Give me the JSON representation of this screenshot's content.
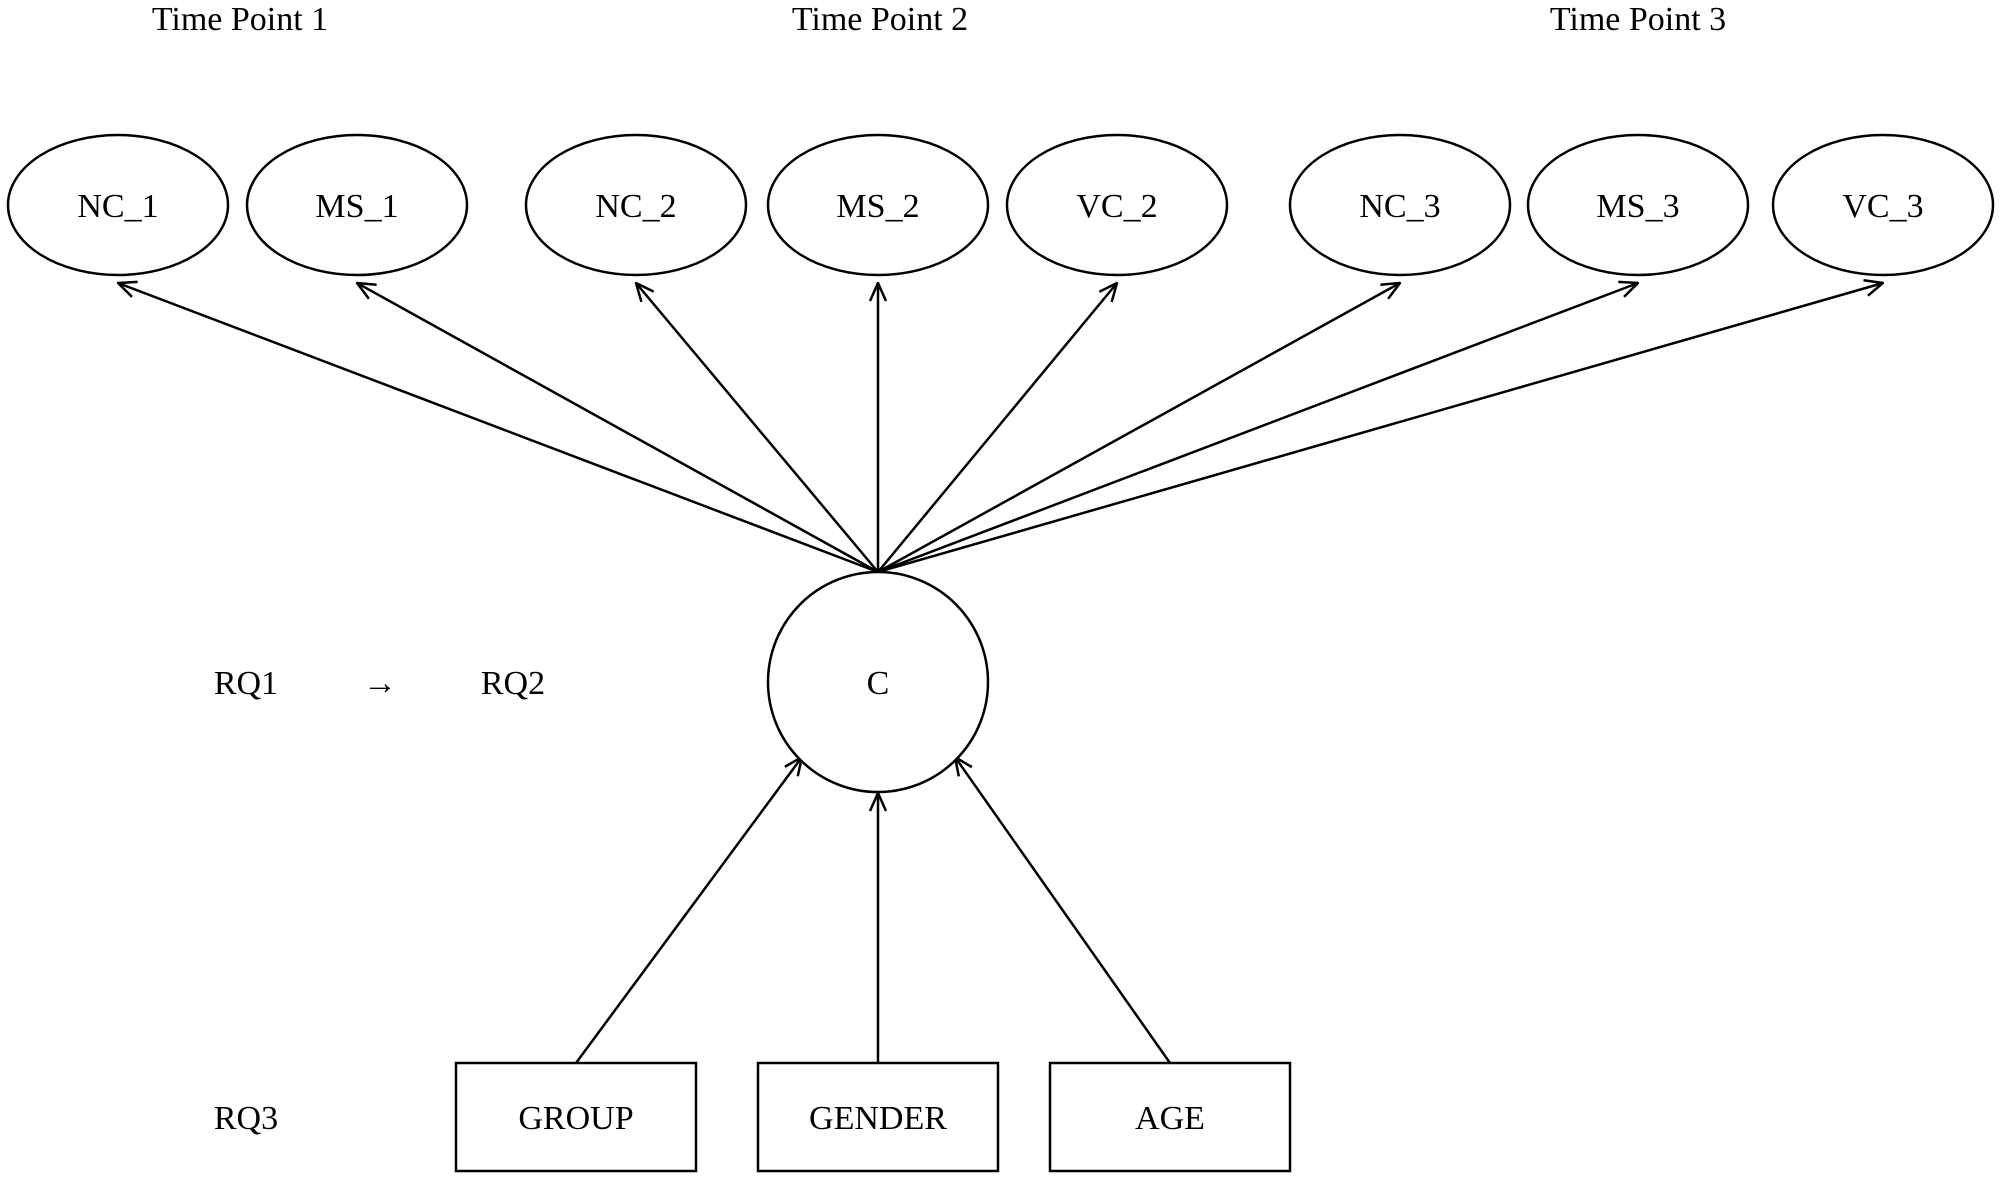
{
  "time_points": [
    "Time Point 1",
    "Time Point 2",
    "Time Point 3"
  ],
  "indicators": [
    "NC_1",
    "MS_1",
    "NC_2",
    "MS_2",
    "VC_2",
    "NC_3",
    "MS_3",
    "VC_3"
  ],
  "latent": "C",
  "covariates": [
    "GROUP",
    "GENDER",
    "AGE"
  ],
  "rq_labels": {
    "rq1": "RQ1",
    "arrow": "→",
    "rq2": "RQ2",
    "rq3": "RQ3"
  },
  "colors": {
    "stroke": "#000000",
    "background": "#ffffff"
  }
}
